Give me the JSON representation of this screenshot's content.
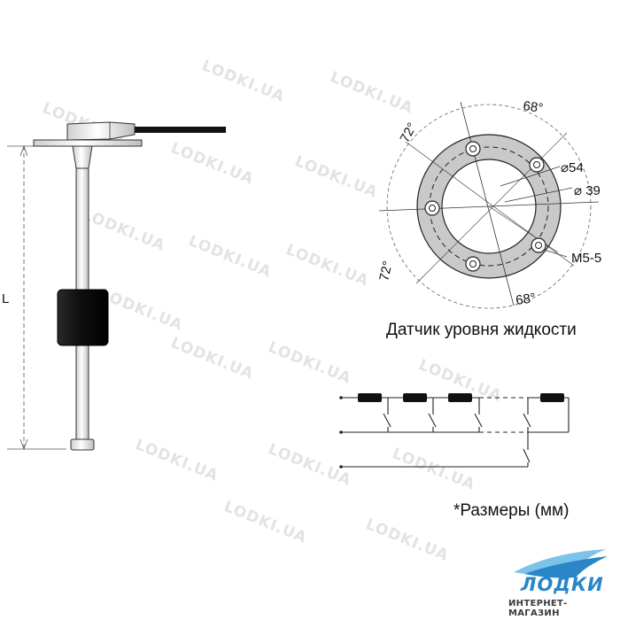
{
  "watermark": "LODKI.UA",
  "diagram": {
    "caption": "Датчик уровня жидкости",
    "units_note": "*Размеры (мм)",
    "labels": {
      "length": "L",
      "angle_top_left": "72°",
      "angle_top_right": "68°",
      "angle_bottom_left": "72°",
      "angle_bottom_right": "68°",
      "dia_outer": "⌀54",
      "dia_inner": "⌀ 39",
      "thread": "M5-5"
    }
  },
  "logo": {
    "name": "ЛОДКИ",
    "subtitle": "ИНТЕРНЕТ-МАГАЗИН",
    "colors": {
      "primary": "#2a86c6",
      "accent": "#7cc3ea"
    }
  }
}
